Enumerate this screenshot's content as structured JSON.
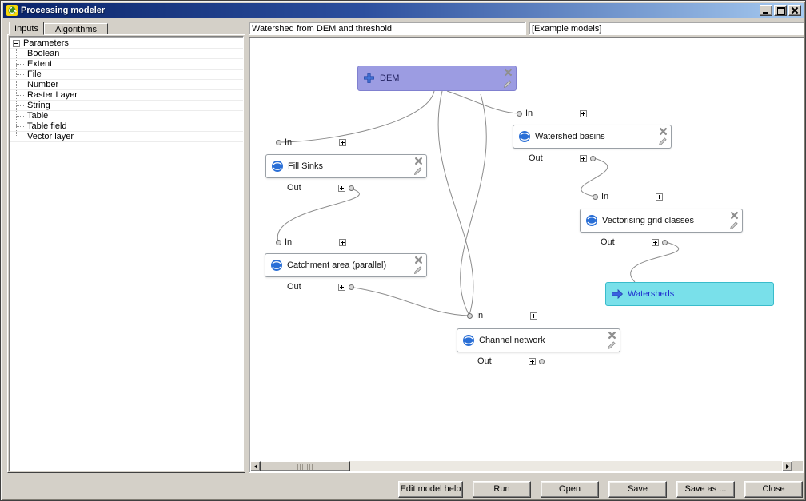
{
  "window": {
    "title": "Processing modeler",
    "controls": {
      "minimize": "minimize-icon",
      "maximize": "maximize-icon",
      "close": "close-icon"
    }
  },
  "sidebar": {
    "tabs": [
      {
        "label": "Inputs"
      },
      {
        "label": "Algorithms"
      }
    ],
    "tree": {
      "root": "Parameters",
      "items": [
        "Boolean",
        "Extent",
        "File",
        "Number",
        "Raster Layer",
        "String",
        "Table",
        "Table field",
        "Vector layer"
      ]
    }
  },
  "header": {
    "model_name": "Watershed from DEM and threshold",
    "model_group": "[Example models]"
  },
  "canvas": {
    "ports": {
      "in": "In",
      "out": "Out"
    },
    "nodes": {
      "dem": {
        "label": "DEM",
        "type": "input"
      },
      "fill_sinks": {
        "label": "Fill Sinks",
        "type": "algorithm"
      },
      "watershed_basins": {
        "label": "Watershed basins",
        "type": "algorithm"
      },
      "vectorising": {
        "label": "Vectorising grid classes",
        "type": "algorithm"
      },
      "catchment": {
        "label": "Catchment area (parallel)",
        "type": "algorithm"
      },
      "channel": {
        "label": "Channel network",
        "type": "algorithm"
      },
      "watersheds_out": {
        "label": "Watersheds",
        "type": "output"
      }
    },
    "icons": {
      "algorithm": "saga-globe-icon",
      "input": "plus-icon",
      "output": "arrow-right-icon",
      "delete": "x-icon",
      "edit": "pencil-icon"
    }
  },
  "footer": {
    "buttons": [
      "Edit model help",
      "Run",
      "Open",
      "Save",
      "Save as ...",
      "Close"
    ]
  },
  "colors": {
    "input_node_fill": "#9c9ce2",
    "input_node_border": "#8080cf",
    "output_node_fill": "#79e0ea",
    "output_node_border": "#39bccb",
    "titlebar_left": "#0a246a",
    "titlebar_right": "#a6caf0",
    "dialog_face": "#d4d0c8",
    "wire": "#8c8c8c"
  }
}
